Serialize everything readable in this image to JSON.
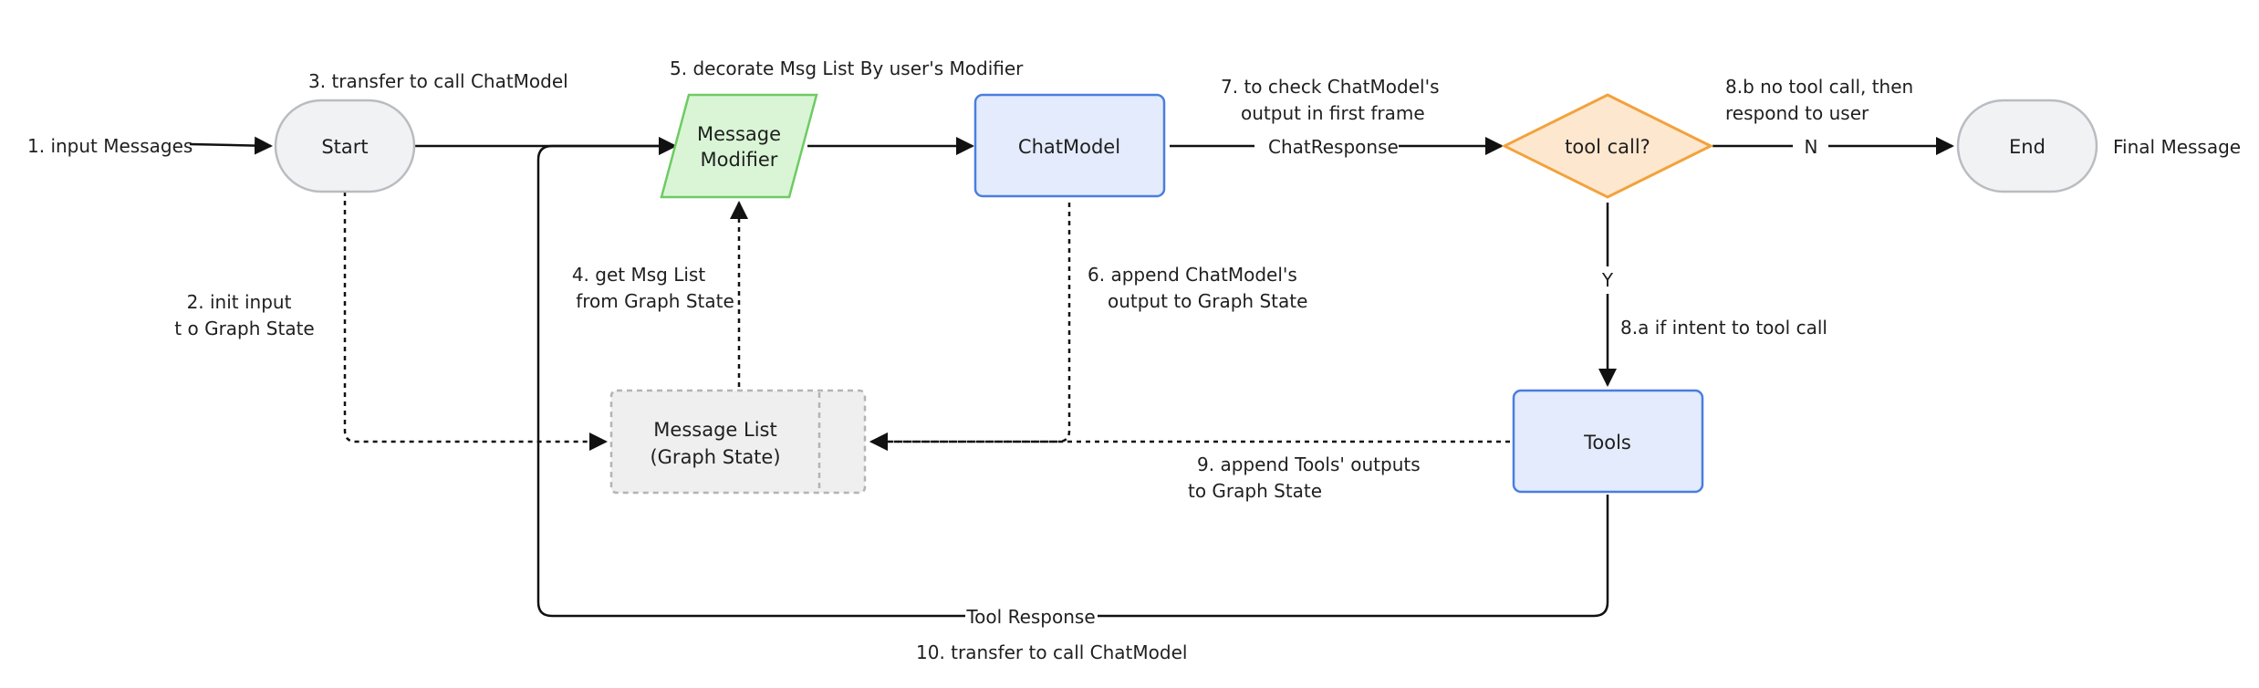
{
  "nodes": {
    "start": "Start",
    "message_modifier": [
      "Message",
      "Modifier"
    ],
    "chat_model": "ChatModel",
    "tool_call": "tool call?",
    "end": "End",
    "tools": "Tools",
    "message_list": [
      "Message List",
      "(Graph State)"
    ]
  },
  "labels": {
    "input_messages": "1. input Messages",
    "init_input": [
      "2. init input",
      "t o Graph State"
    ],
    "transfer_to_call": "3. transfer to call ChatModel",
    "get_msg_list": [
      "4. get Msg List",
      "from Graph State"
    ],
    "decorate": "5. decorate Msg List By user's Modifier",
    "append_chatmodel": [
      "6. append ChatModel's",
      "output to Graph State"
    ],
    "check_output": [
      "7. to check ChatModel's",
      "output in first frame"
    ],
    "chat_response": "ChatResponse",
    "intent_tool_call": "8.a if intent to tool  call",
    "no_tool_call": [
      "8.b no tool call, then",
      "respond to user"
    ],
    "n": "N",
    "y": "Y",
    "final_message": "Final Message",
    "append_tools": [
      "9. append Tools' outputs",
      "to Graph State"
    ],
    "tool_response": "Tool Response",
    "transfer_call_2": "10. transfer to  call ChatModel"
  },
  "colors": {
    "terminal_fill": "#f1f2f4",
    "terminal_stroke": "#b9bcc1",
    "modifier_fill": "#d9f5d6",
    "modifier_stroke": "#6ecb63",
    "process_fill": "#e3ebfc",
    "process_stroke": "#4a7ee0",
    "decision_fill": "#fde7cf",
    "decision_stroke": "#f2a23c",
    "state_fill": "#efefef",
    "state_stroke": "#b4b4b4",
    "line": "#111111"
  }
}
